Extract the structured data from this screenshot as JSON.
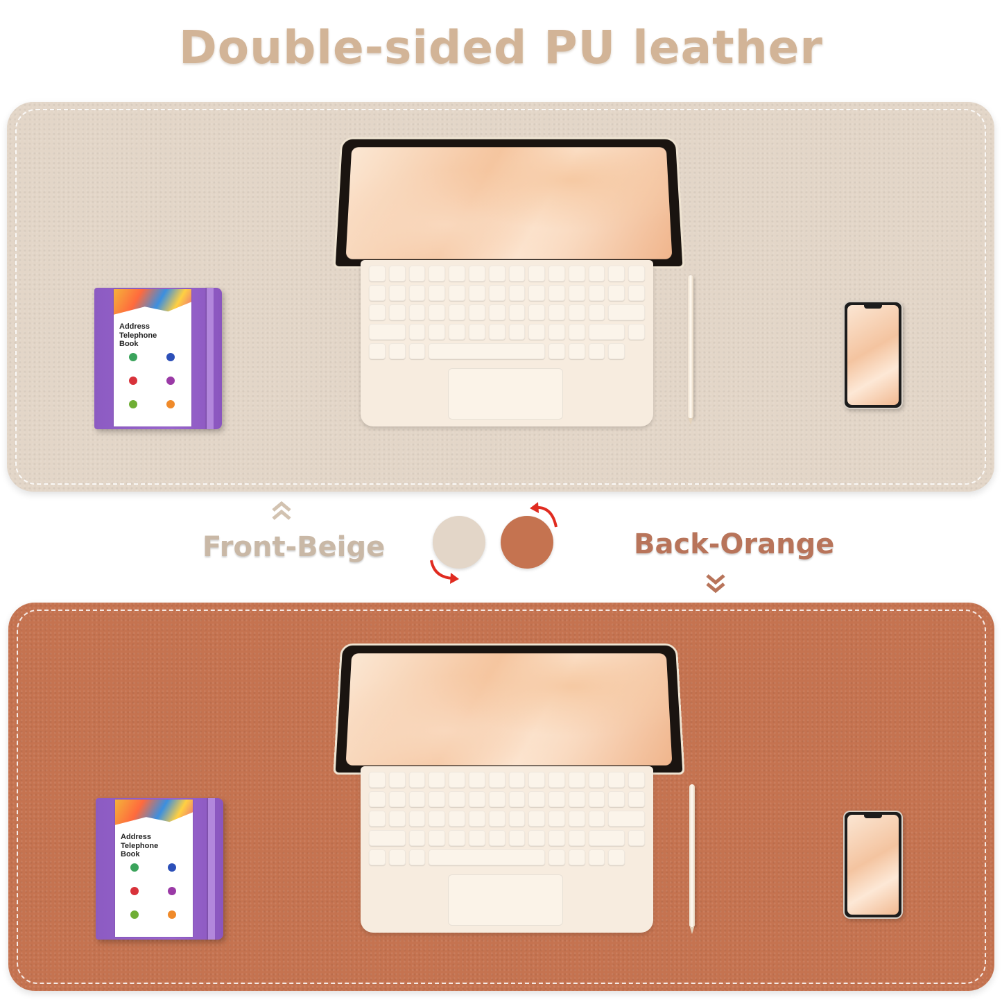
{
  "title": "Double-sided PU leather",
  "labels": {
    "front": "Front-Beige",
    "back": "Back-Orange"
  },
  "notebook": {
    "title_line1": "Address",
    "title_line2": "Telephone",
    "title_line3": "Book"
  },
  "icons": {
    "up": "double-chevron-up-icon",
    "down": "double-chevron-down-icon",
    "flip": "curved-flip-arrow-icon"
  },
  "colors": {
    "title": "#d2b497",
    "front_label": "#c9b8a6",
    "back_label": "#b8745a",
    "beige": "#e3d6c8",
    "orange": "#c57350",
    "arrow_red": "#e02b20"
  }
}
